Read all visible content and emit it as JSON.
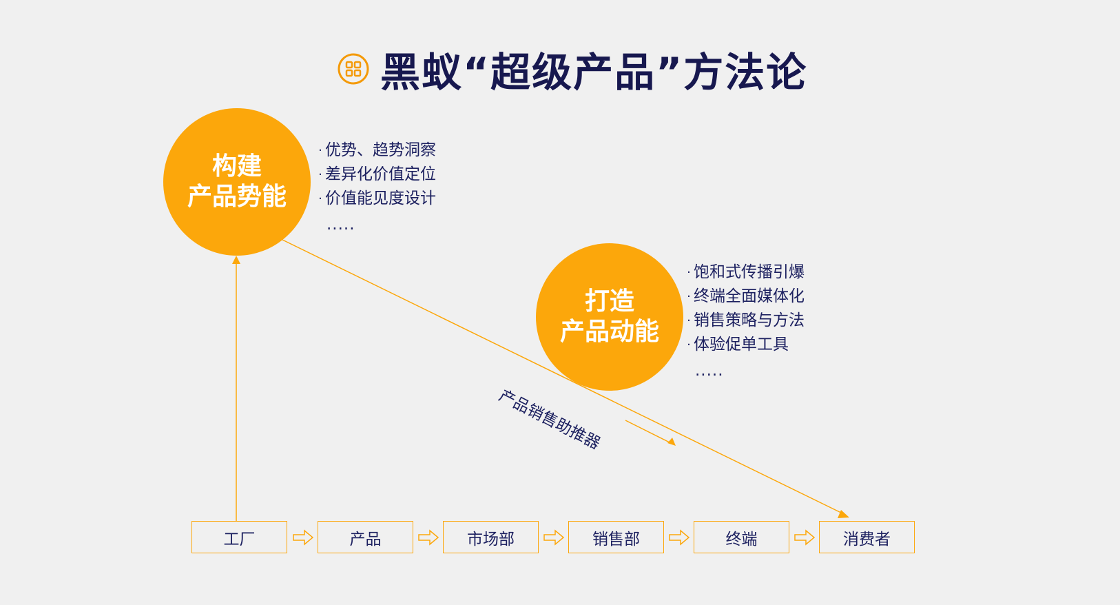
{
  "title": {
    "text": "黑蚁“超级产品”方法论",
    "icon": "grid-icon"
  },
  "circles": {
    "c1": {
      "line1": "构建",
      "line2": "产品势能"
    },
    "c2": {
      "line1": "打造",
      "line2": "产品动能"
    }
  },
  "bullets1": {
    "items": [
      "优势、趋势洞察",
      "差异化价值定位",
      "价值能见度设计"
    ],
    "ellipsis": "....."
  },
  "bullets2": {
    "items": [
      "饱和式传播引爆",
      "终端全面媒体化",
      "销售策略与方法",
      "体验促单工具"
    ],
    "ellipsis": "....."
  },
  "diagonal_label": "产品销售助推器",
  "flow": {
    "steps": [
      "工厂",
      "产品",
      "市场部",
      "销售部",
      "终端",
      "消费者"
    ]
  },
  "colors": {
    "accent": "#fca70b",
    "text": "#1d2160",
    "background": "#f0f0f0"
  }
}
